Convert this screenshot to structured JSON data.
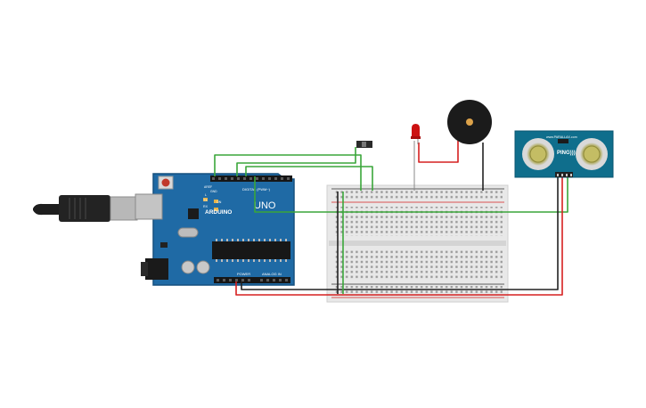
{
  "arduino": {
    "brand": "ARDUINO",
    "model": "UNO",
    "digital_header": "DIGITAL (PWM~)",
    "power_header": "POWER",
    "analog_header": "ANALOG IN",
    "tx_label": "TX",
    "rx_label": "RX",
    "l_label": "L",
    "on_label": "ON",
    "aref_label": "AREF",
    "gnd_label": "GND"
  },
  "sensor": {
    "model": "PING)))",
    "site": "www.PARALLAX.com"
  },
  "colors": {
    "arduino_board": "#1f6aa5",
    "breadboard": "#e8e8e8",
    "wire_green": "#3aa63a",
    "wire_red": "#d62020",
    "wire_black": "#222222",
    "sensor_board": "#0f6e8c",
    "led": "#cc1111",
    "buzzer": "#1b1b1b"
  }
}
